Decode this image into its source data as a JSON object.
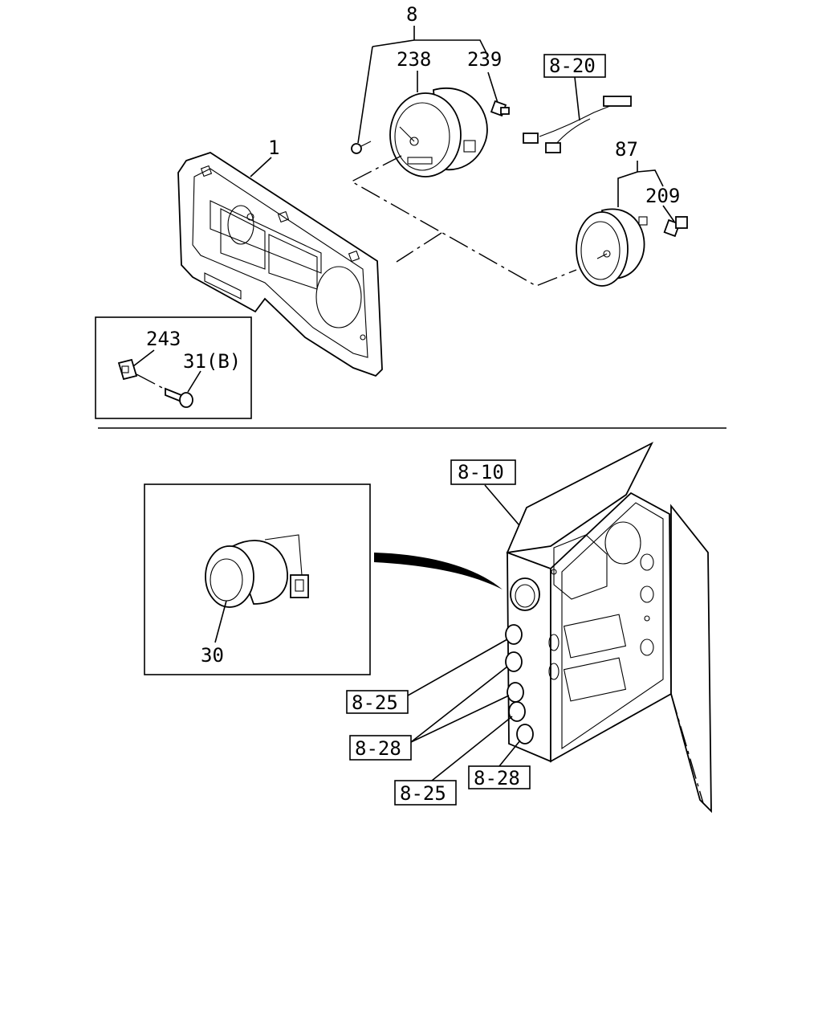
{
  "labels": {
    "bezel": "1",
    "tachometer": "8",
    "bulb_238": "238",
    "bulb_239": "239",
    "harness_ref": "8-20",
    "gauge_87": "87",
    "bulb_209": "209",
    "clip": "243",
    "screw": "31(B)",
    "panel_ref": "8-10",
    "meter_30": "30",
    "switch_ref_a": "8-25",
    "switch_ref_b": "8-28",
    "switch_ref_c": "8-25",
    "switch_ref_d": "8-28"
  },
  "colors": {
    "ink": "#000000",
    "paper": "#ffffff"
  }
}
